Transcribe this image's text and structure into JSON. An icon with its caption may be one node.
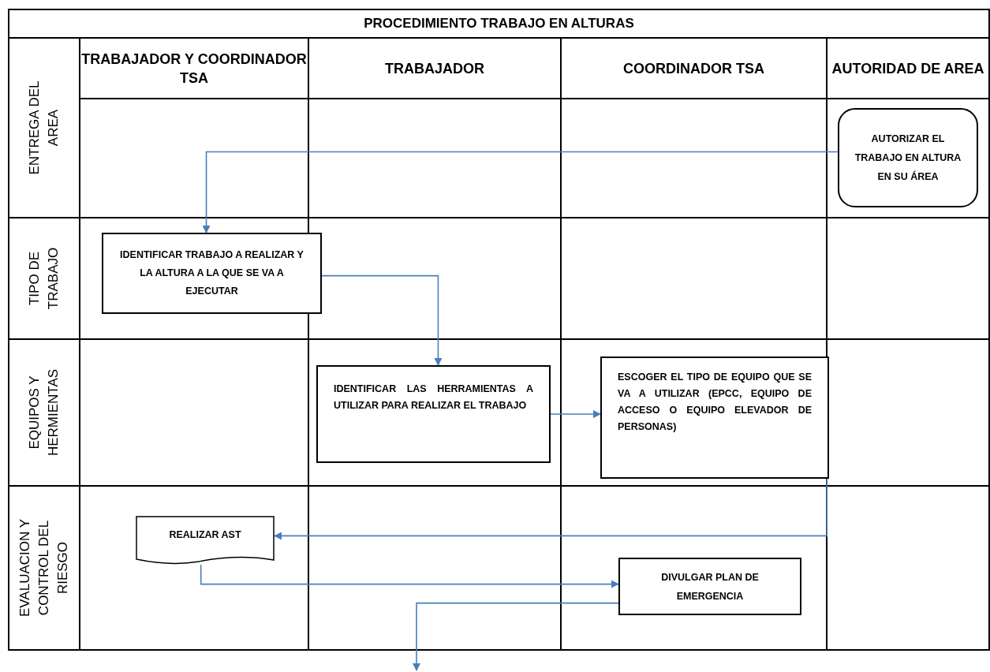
{
  "diagram": {
    "title": "PROCEDIMIENTO TRABAJO EN ALTURAS",
    "nodes": [
      {
        "text": [
          "AUTORIZAR EL TRABAJO EN ALTURA EN SU ÁREA"
        ]
      },
      {
        "text": [
          "IDENTIFICAR TRABAJO A REALIZAR Y LA ALTURA A LA QUE SE VA A EJECUTAR"
        ]
      },
      {
        "text": [
          "IDENTIFICAR LAS HERRAMIENTAS A UTILIZAR PARA REALIZAR EL TRABAJO"
        ]
      },
      {
        "text": [
          "ESCOGER EL TIPO DE EQUIPO QUE SE VA A UTILIZAR (EPCC, EQUIPO DE ACCESO O EQUIPO ELEVADOR DE PERSONAS)"
        ]
      },
      {
        "text": [
          "REALIZAR AST"
        ]
      },
      {
        "text": [
          "DIVULGAR PLAN DE EMERGENCIA"
        ]
      }
    ],
    "edges": [
      {
        "from": 0,
        "to": 1,
        "arrow": "to"
      },
      {
        "from": 1,
        "to": 2,
        "arrow": "to"
      },
      {
        "from": 2,
        "to": 3,
        "arrow": "to"
      },
      {
        "from": 3,
        "to": 4,
        "arrow": "to"
      },
      {
        "from": 4,
        "to": 5,
        "arrow": "to"
      },
      {
        "from": 5,
        "to": null,
        "arrow": "to"
      }
    ],
    "labels": [
      "TRABAJADOR Y COORDINADOR TSA",
      "TRABAJADOR",
      "COORDINADOR TSA",
      "AUTORIDAD DE AREA",
      "ENTREGA DEL AREA",
      "TIPO DE TRABAJO",
      "EQUIPOS Y HERMIENTAS",
      "EVALUACION Y CONTROL DEL RIESGO"
    ]
  }
}
